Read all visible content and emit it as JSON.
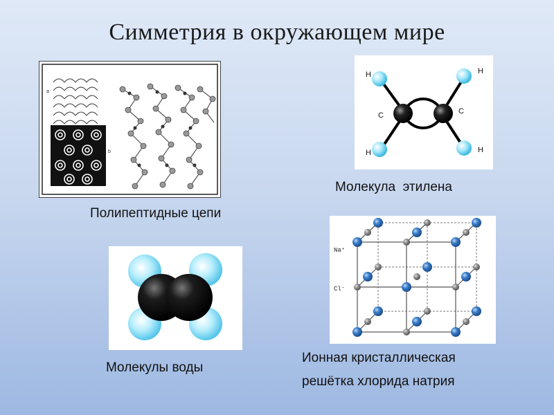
{
  "slide": {
    "title": "Симметрия в окружающем мире",
    "captions": {
      "polypeptide": "Полипептидные цепи",
      "ethylene": "Молекула  этилена",
      "water": "Молекулы воды",
      "nacl_line1": "Ионная кристаллическая",
      "nacl_line2": "решётка хлорида натрия"
    },
    "ethylene_labels": {
      "h": "H",
      "c": "C"
    },
    "nacl_labels": {
      "na": "Na⁺",
      "cl": "Cl⁻"
    },
    "polypeptide_labels": {
      "a": "a",
      "b": "b"
    },
    "colors": {
      "atom_light": "#6fd3f0",
      "atom_dark": "#111111",
      "na_blue": "#2f6fbf",
      "cl_grey": "#8a8a8a"
    }
  }
}
